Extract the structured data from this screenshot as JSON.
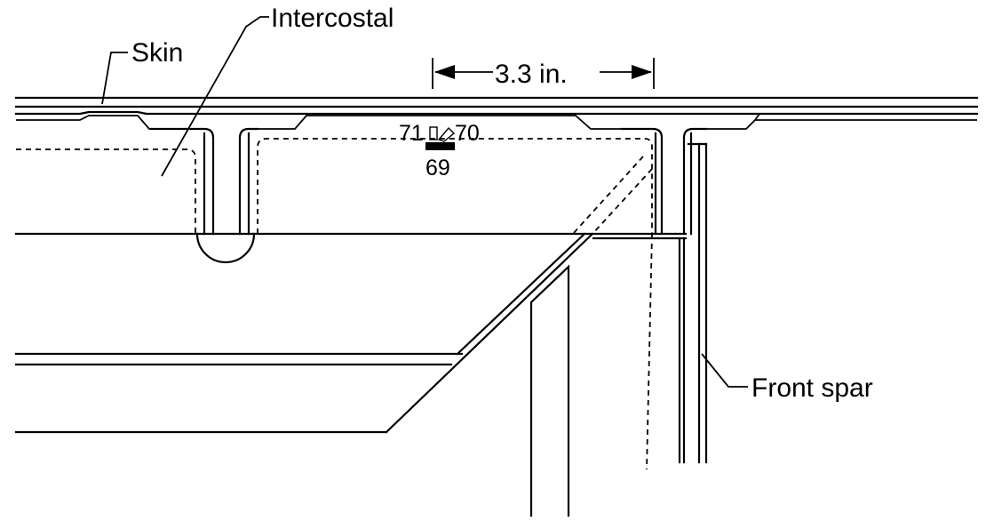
{
  "labels": {
    "skin": "Skin",
    "intercostal": "Intercostal",
    "dimension": "3.3 in.",
    "front_spar": "Front spar"
  },
  "gauge_markers": {
    "left": "71",
    "right": "70",
    "below": "69"
  }
}
